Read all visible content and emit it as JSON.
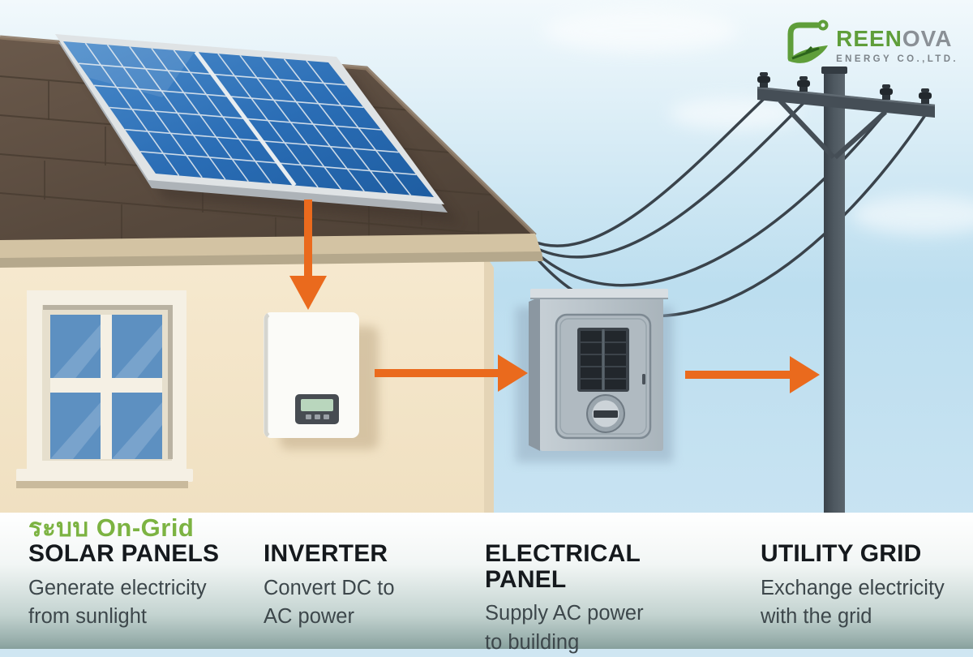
{
  "logo": {
    "icon": "greenova-leaf-g-icon",
    "brand_green": "REEN",
    "brand_gray": "OVA",
    "subtitle": "ENERGY CO.,LTD."
  },
  "system_label": "ระบบ On-Grid",
  "steps": [
    {
      "title": "SOLAR PANELS",
      "description": "Generate electricity\nfrom sunlight"
    },
    {
      "title": "INVERTER",
      "description": "Convert DC to\nAC power"
    },
    {
      "title": "ELECTRICAL PANEL",
      "description": "Supply AC power\nto building"
    },
    {
      "title": "UTILITY GRID",
      "description": "Exchange electricity\nwith the grid"
    }
  ],
  "colors": {
    "accent_orange": "#EA6A1D",
    "brand_green": "#7CB342",
    "logo_green": "#5F9E3A",
    "heading_text": "#15191D",
    "body_text": "#3D474B",
    "sky_blue": "#B7DBEE",
    "panel_blue": "#2A6DB5",
    "roof_brown": "#5C4C3F",
    "wall_beige": "#F4E6CA"
  }
}
